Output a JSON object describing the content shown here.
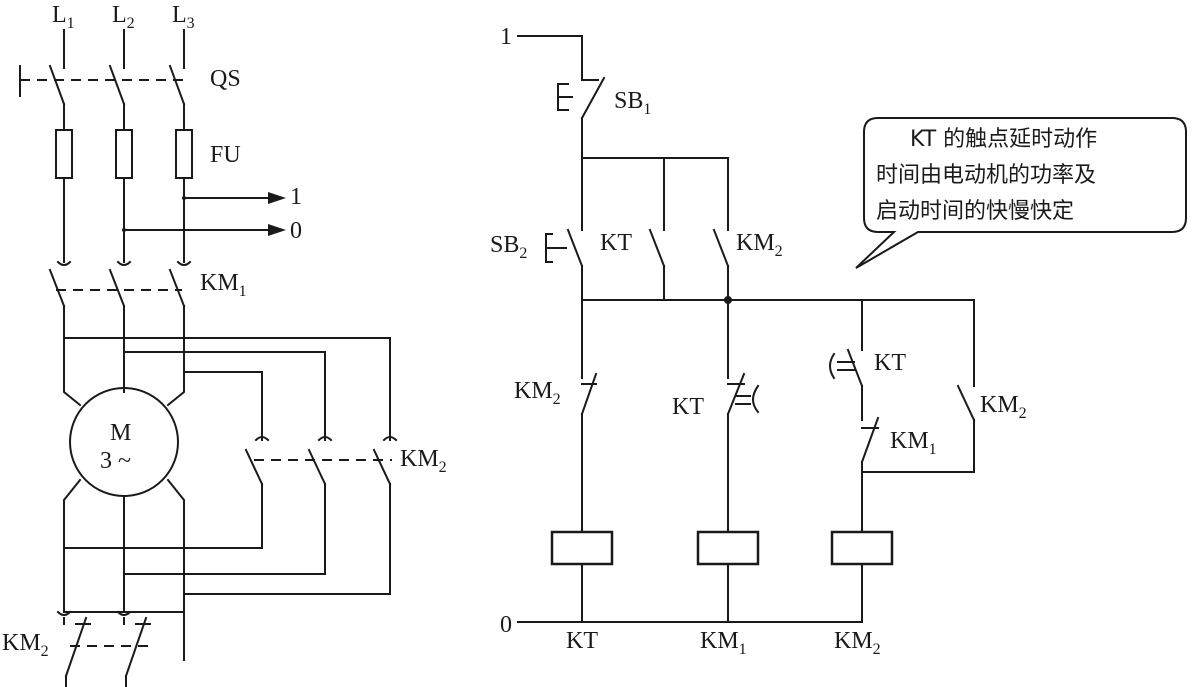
{
  "power": {
    "phase1": "L",
    "phase1_sub": "1",
    "phase2": "L",
    "phase2_sub": "2",
    "phase3": "L",
    "phase3_sub": "3",
    "switch": "QS",
    "fuse": "FU",
    "tap_1": "1",
    "tap_0": "0",
    "main_contactor": "KM",
    "main_contactor_sub": "1",
    "motor_letter": "M",
    "motor_phase": "3 ~",
    "delta_contactor": "KM",
    "delta_contactor_sub": "2",
    "star_contactor": "KM",
    "star_contactor_sub": "2"
  },
  "control": {
    "rail_top": "1",
    "rail_bottom": "0",
    "stop_button": "SB",
    "stop_button_sub": "1",
    "start_button": "SB",
    "start_button_sub": "2",
    "kt_parallel": "KT",
    "km2_parallel": "KM",
    "km2_parallel_sub": "2",
    "km2_nc": "KM",
    "km2_nc_sub": "2",
    "kt_nc": "KT",
    "kt_no": "KT",
    "km2_hold": "KM",
    "km2_hold_sub": "2",
    "km1_nc": "KM",
    "km1_nc_sub": "1",
    "coil_kt": "KT",
    "coil_km1": "KM",
    "coil_km1_sub": "1",
    "coil_km2": "KM",
    "coil_km2_sub": "2"
  },
  "callout": {
    "line1": "KT 的触点延时动作",
    "line2": "时间由电动机的功率及",
    "line3": "启动时间的快慢快定"
  }
}
